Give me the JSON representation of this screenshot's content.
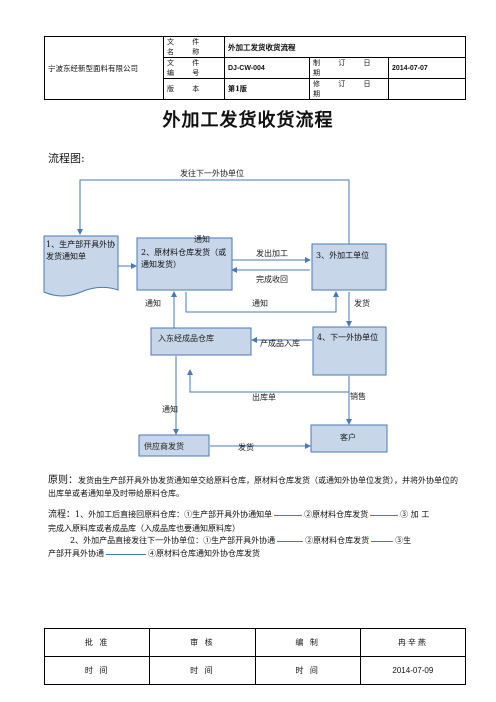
{
  "header": {
    "company": "宁波东经新型面料有限公司",
    "file_name_label": "文 件 名 称",
    "file_name_value": "外加工发货收货流程",
    "file_no_label": "文 件 编 号",
    "file_no_value": "DJ-CW-004",
    "made_date_label": "制 订 日 期",
    "made_date_value": "2014-07-07",
    "version_label": "版 本",
    "version_value": "第1版",
    "revise_date_label": "修 订 日 期",
    "revise_date_value": ""
  },
  "title": "外加工发货收货流程",
  "flow_label": "流程图:",
  "flowchart": {
    "nodes": {
      "n1": "1、生产部开具外协发货通知单",
      "n2": "2、原材料仓库发货（或通知发货）",
      "n3": "3、外加工单位",
      "n4": "4、下一外协单位",
      "store": "入东经成品仓库",
      "supplier": "供应商发货",
      "customer": "客户"
    },
    "edges": {
      "top": "发往下一外协单位",
      "notice1": "通知",
      "send_out": "发出加工",
      "finish_back": "完成收回",
      "notice2": "通知",
      "notice3": "通知",
      "ship": "发货",
      "finished_in": "产成品入库",
      "outbound": "出库单",
      "sales": "销售",
      "notice4": "通知",
      "ship2": "发货"
    }
  },
  "principle": {
    "head": "原则：",
    "text1": "发货由生产部开具外协发货通知单交给原料仓库，原材料仓库发货（或通知外协单位发货），并将外协单位的出库单或者通知单及时带给原料仓库。",
    "flow_head": "流程：",
    "flow1_a": "1、外加工后直接回原料仓库：①生产部开具外协通知单",
    "flow1_b": "②原材料仓库发货",
    "flow1_c": "③ 加 工",
    "flow1_d": "完成入原料库或者成品库（入成品库也要通知原料库）",
    "flow2_a": "2、外加产品直接发往下一外协单位：①生产部开具外协通",
    "flow2_b": "②原材料仓库发货",
    "flow2_c": "③生",
    "flow2_d": "产部开具外协通",
    "flow2_e": "④原材料仓库通知外协仓库发货"
  },
  "footer": {
    "approve": "批 准",
    "review": "审 核",
    "compile": "编 制",
    "compiler": "冉辛燕",
    "time1": "时 间",
    "time2": "时 间",
    "time3": "时 间",
    "date": "2014-07-09"
  }
}
